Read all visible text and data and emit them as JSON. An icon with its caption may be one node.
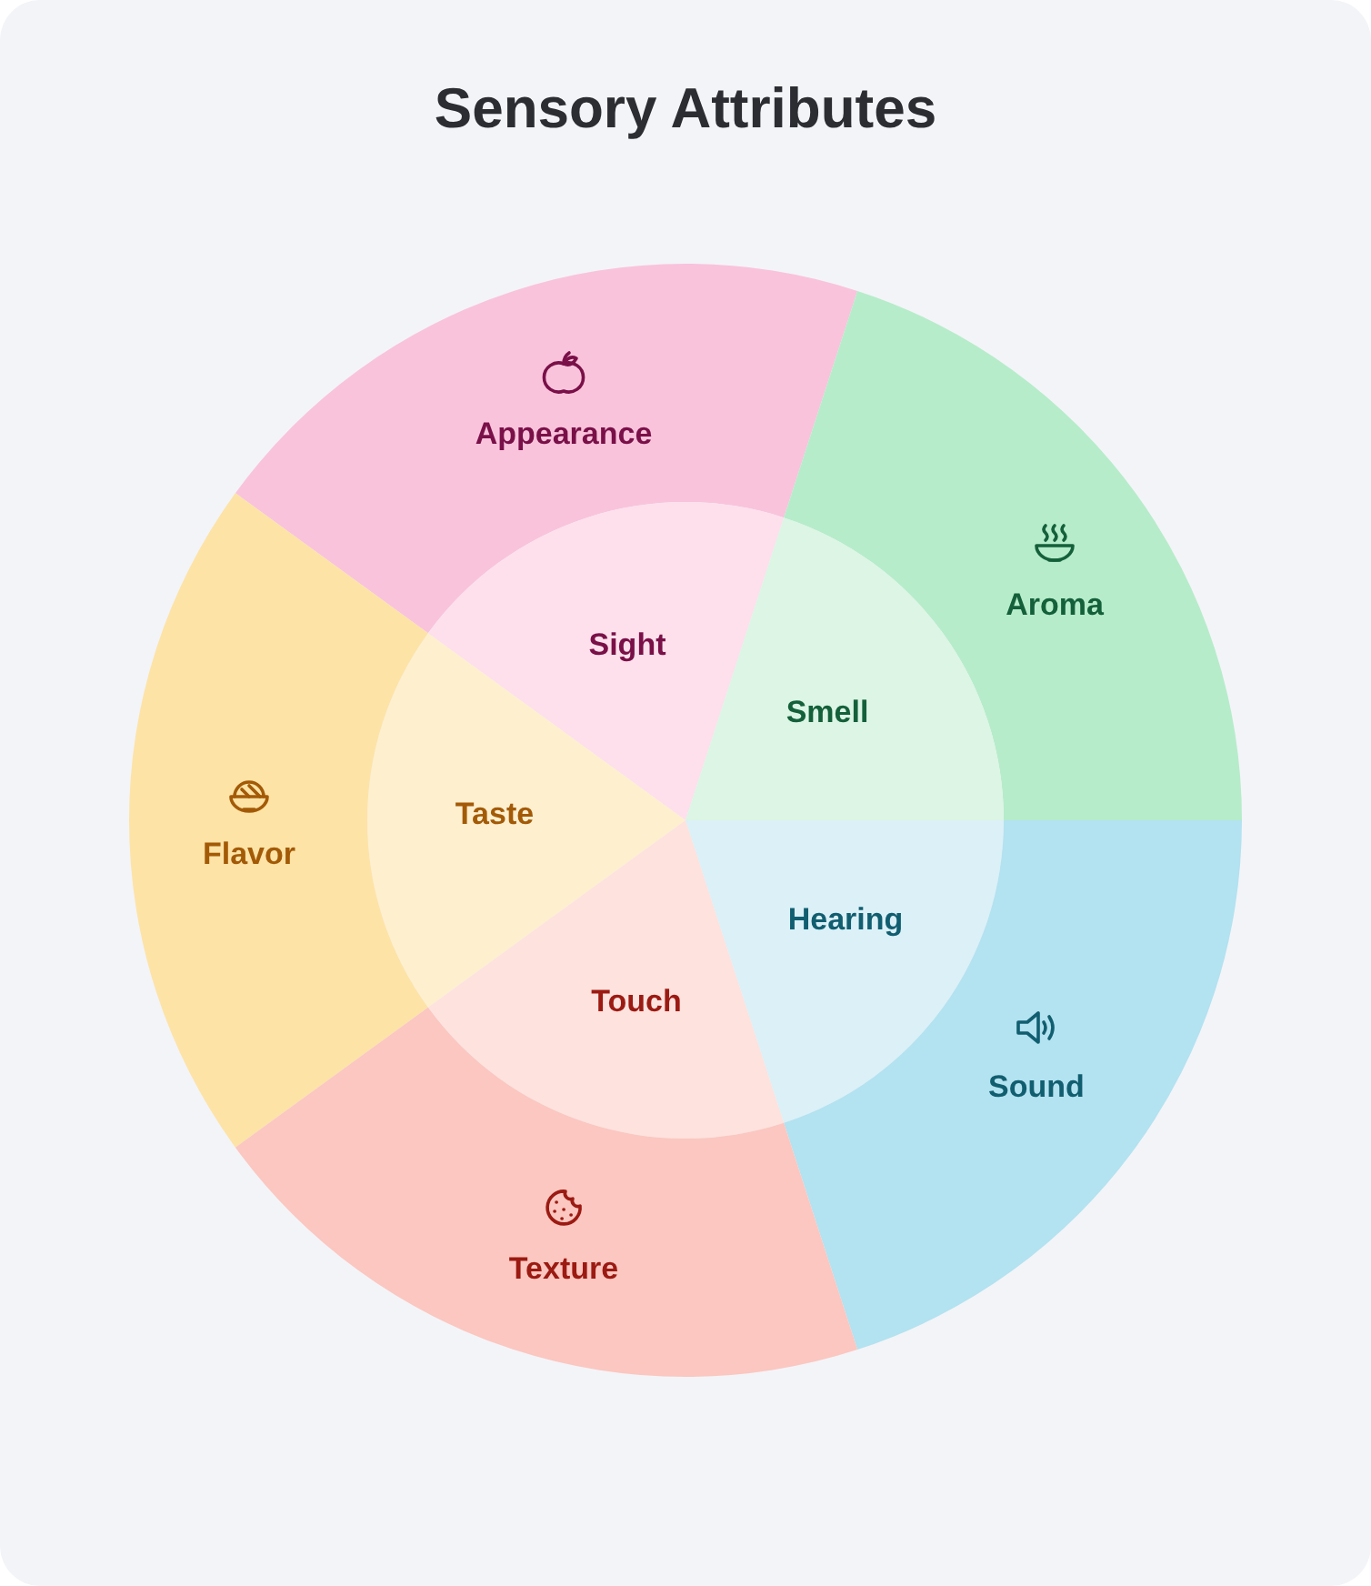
{
  "diagram": {
    "title": "Sensory Attributes",
    "nodes": [
      {
        "text": [
          "Appearance"
        ]
      },
      {
        "text": [
          "Aroma"
        ]
      },
      {
        "text": [
          "Sight"
        ]
      },
      {
        "text": [
          "Smell"
        ]
      },
      {
        "text": [
          "Taste"
        ]
      },
      {
        "text": [
          "Flavor"
        ]
      },
      {
        "text": [
          "Hearing"
        ]
      },
      {
        "text": [
          "Touch"
        ]
      },
      {
        "text": [
          "Sound"
        ]
      },
      {
        "text": [
          "Texture"
        ]
      }
    ]
  }
}
